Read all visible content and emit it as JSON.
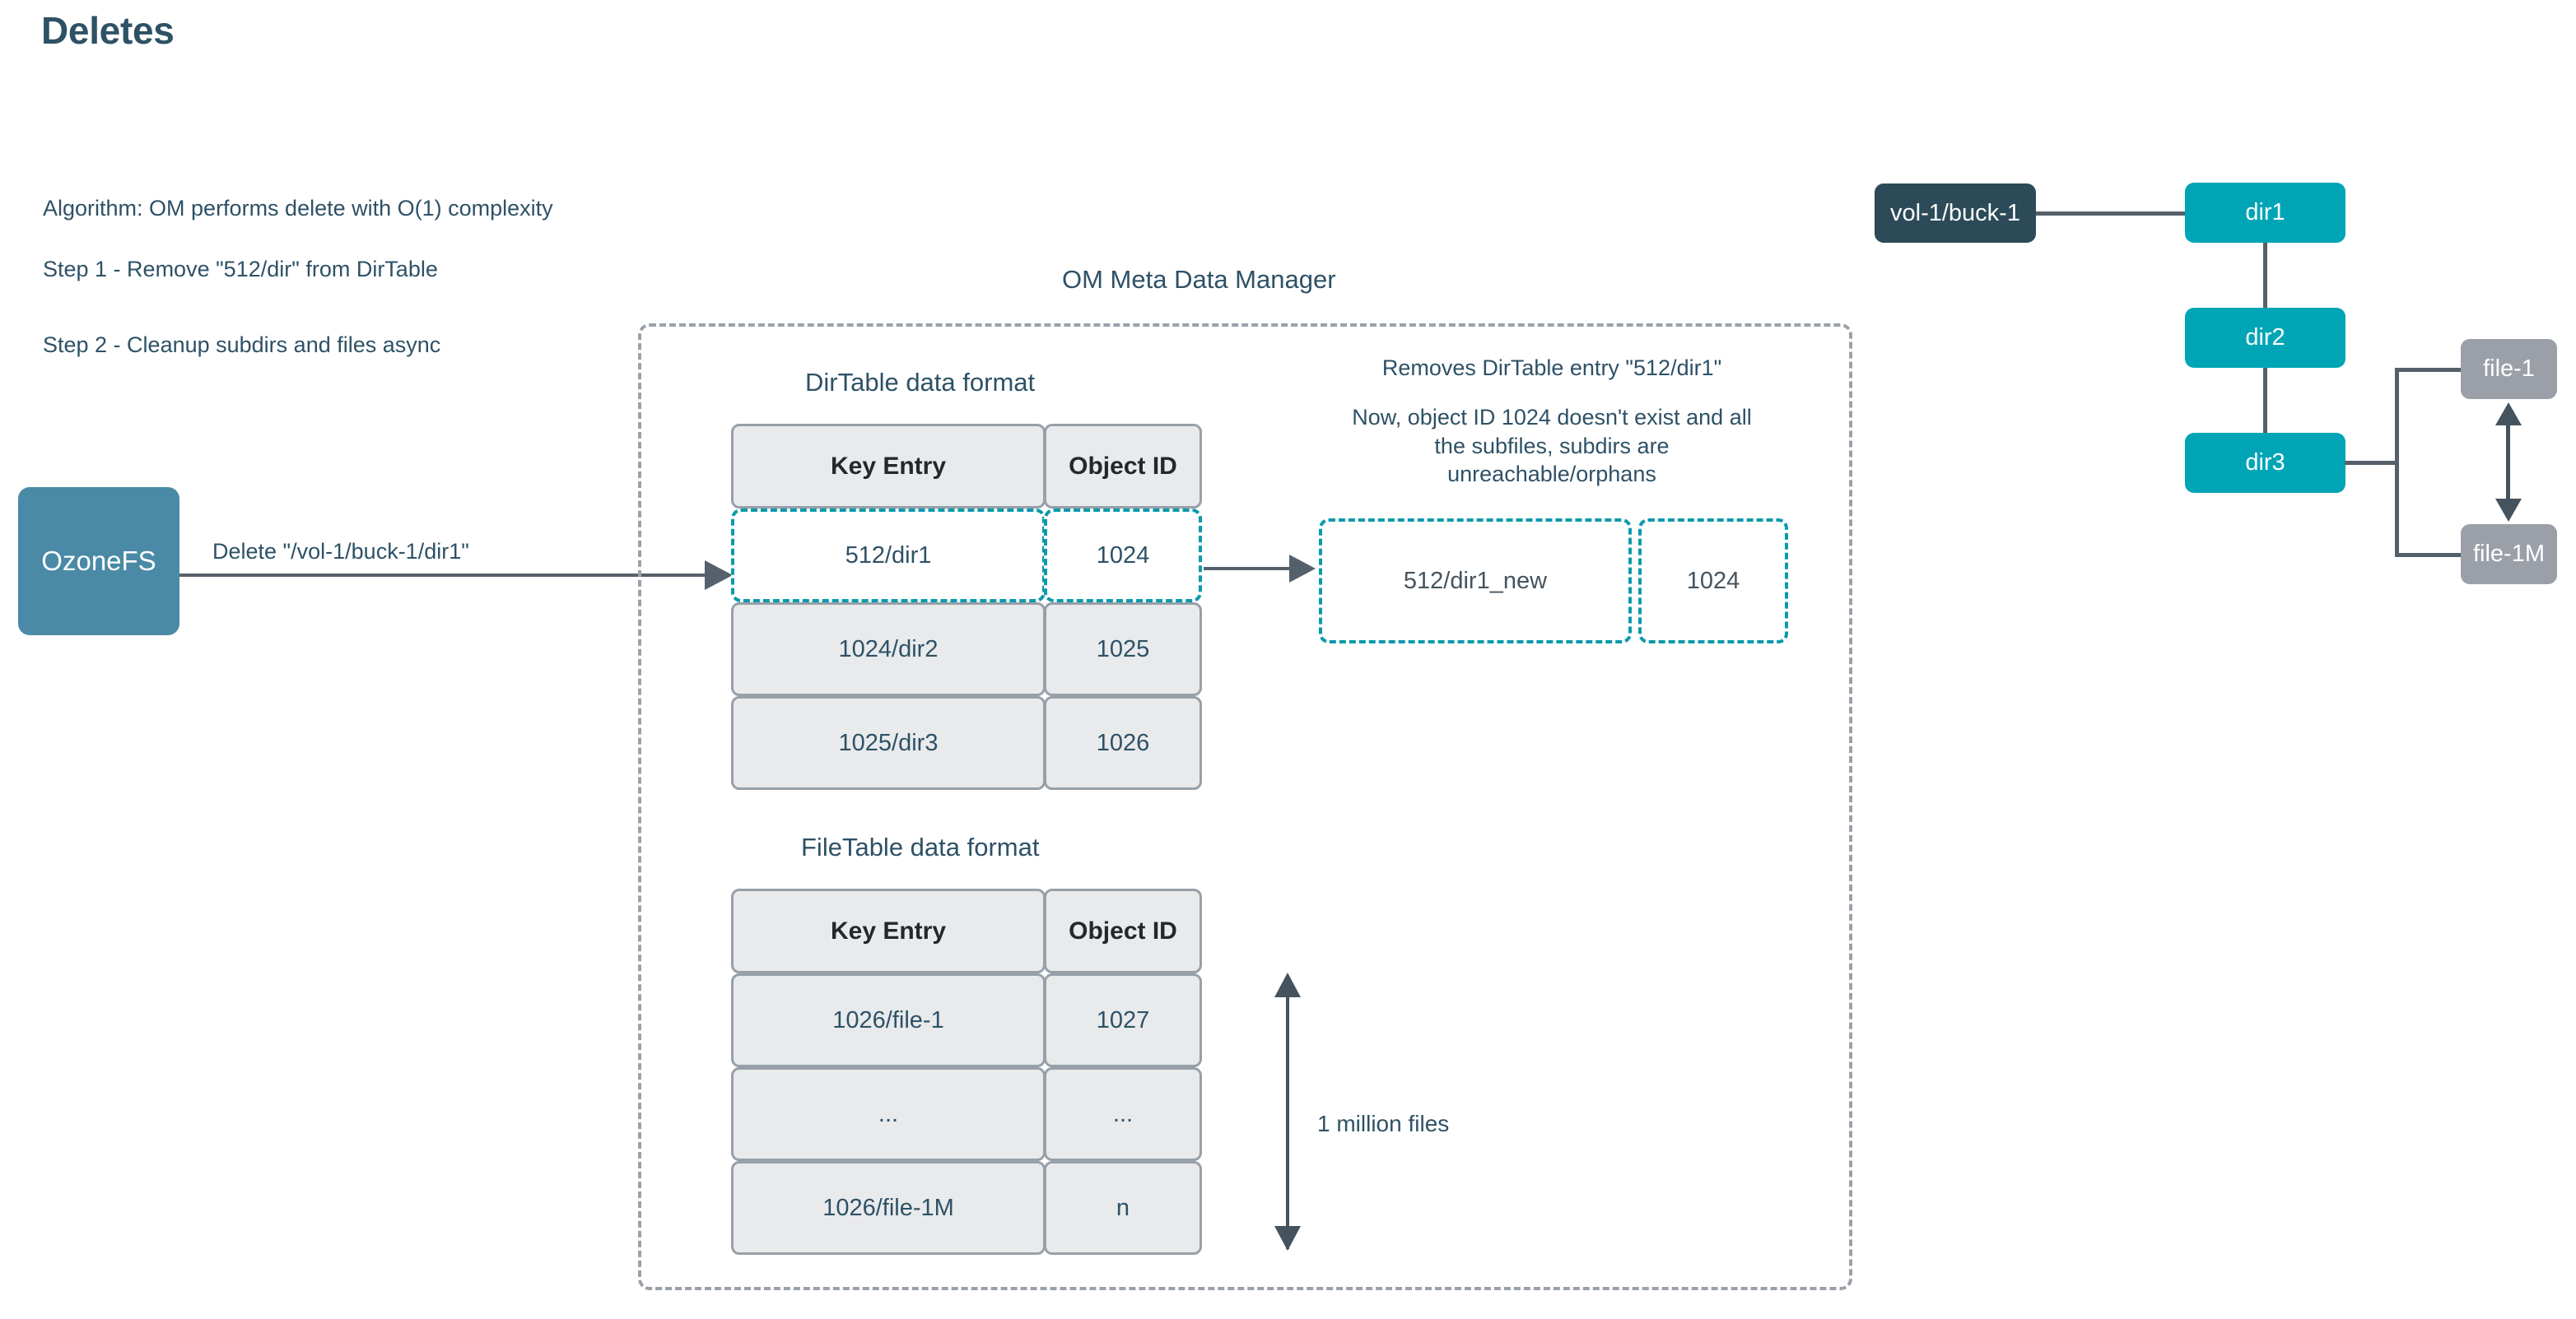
{
  "page": {
    "title": "Deletes",
    "title_color": "#2e5166",
    "background": "#ffffff"
  },
  "notes": [
    {
      "id": "algorithm",
      "text": "Algorithm: OM performs delete with O(1) complexity"
    },
    {
      "id": "step1",
      "text": "Step 1 - Remove \"512/dir\" from DirTable"
    },
    {
      "id": "step2",
      "text": "Step 2 - Cleanup subdirs and files async"
    }
  ],
  "client": {
    "label": "OzoneFS",
    "color": "#4a8aa6",
    "operation_label": "Delete  \"/vol-1/buck-1/dir1\""
  },
  "om_manager": {
    "title": "OM Meta Data Manager",
    "border_color": "#9aa1aa",
    "dir_table": {
      "title": "DirTable data format",
      "columns": [
        "Key Entry",
        "Object ID"
      ],
      "rows": [
        {
          "key": "512/dir1",
          "object_id": "1024",
          "highlighted": true
        },
        {
          "key": "1024/dir2",
          "object_id": "1025",
          "highlighted": false
        },
        {
          "key": "1025/dir3",
          "object_id": "1026",
          "highlighted": false
        }
      ],
      "highlight_color": "#0b9aab"
    },
    "file_table": {
      "title": "FileTable data format",
      "columns": [
        "Key Entry",
        "Object ID"
      ],
      "rows": [
        {
          "key": "1026/file-1",
          "object_id": "1027"
        },
        {
          "key": "...",
          "object_id": "..."
        },
        {
          "key": "1026/file-1M",
          "object_id": "n"
        }
      ],
      "measure_label": "1 million files"
    },
    "result": {
      "caption_line1": "Removes DirTable entry \"512/dir1\"",
      "caption_line2": "Now, object ID 1024 doesn't exist and all the subfiles, subdirs are unreachable/orphans",
      "key": "512/dir1_new",
      "object_id": "1024",
      "border_color": "#0b9aab"
    }
  },
  "tree": {
    "bucket": {
      "label": "vol-1/buck-1",
      "color": "#2c4a58"
    },
    "dirs": [
      {
        "label": "dir1",
        "color": "#00a5b5"
      },
      {
        "label": "dir2",
        "color": "#00a5b5"
      },
      {
        "label": "dir3",
        "color": "#00a5b5"
      }
    ],
    "files": [
      {
        "label": "file-1",
        "color": "#9ba0a8"
      },
      {
        "label": "file-1M",
        "color": "#9ba0a8"
      }
    ]
  }
}
